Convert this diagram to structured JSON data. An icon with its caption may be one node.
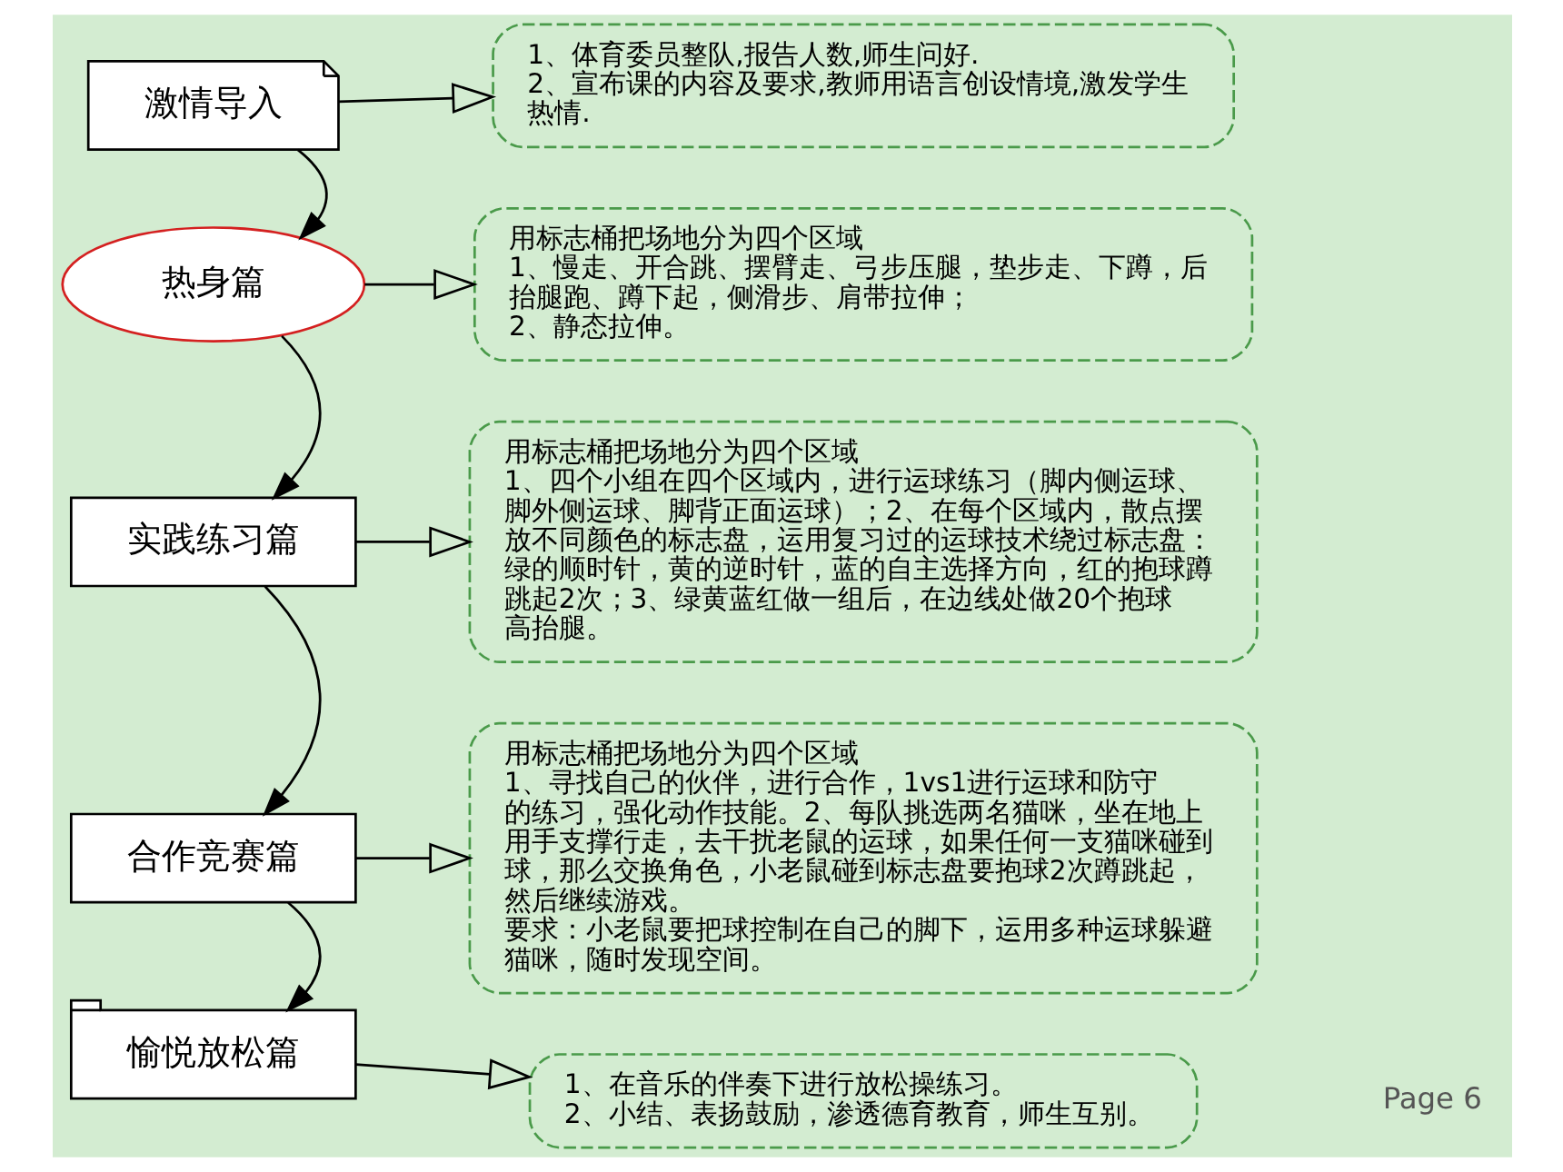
{
  "diagram": {
    "nodes": [
      {
        "text": [
          "激情导入"
        ]
      },
      {
        "text": [
          "1、体育委员整队,报告人数,师生问好.",
          "2、宣布课的内容及要求,教师用语言创设情境,激发学生热情."
        ]
      },
      {
        "text": [
          "热身篇"
        ]
      },
      {
        "text": [
          "用标志桶把场地分为四个区域",
          "1、慢走、开合跳、摆臂走、弓步压腿，垫步走、下蹲，后抬腿跑、蹲下起，侧滑步、肩带拉伸；",
          "2、静态拉伸。"
        ]
      },
      {
        "text": [
          "实践练习篇"
        ]
      },
      {
        "text": [
          "用标志桶把场地分为四个区域",
          "1、四个小组在四个区域内，进行运球练习（脚内侧运球、脚外侧运球、脚背正面运球）；2、在每个区域内，散点摆放不同颜色的标志盘，运用复习过的运球技术绕过标志盘：绿的顺时针，黄的逆时针，蓝的自主选择方向，红的抱球蹲跳起2次；3、绿黄蓝红做一组后，在边线处做20个抱球高抬腿。"
        ]
      },
      {
        "text": [
          "合作竞赛篇"
        ]
      },
      {
        "text": [
          "用标志桶把场地分为四个区域",
          "1、寻找自己的伙伴，进行合作，1vs1进行运球和防守的练习，强化动作技能。2、每队挑选两名猫咪，坐在地上用手支撑行走，去干扰老鼠的运球，如果任何一支猫咪碰到球，那么交换角色，小老鼠碰到标志盘要抱球2次蹲跳起，然后继续游戏。",
          "要求：小老鼠要把球控制在自己的脚下，运用多种运球躲避猫咪，随时发现空间。"
        ]
      },
      {
        "text": [
          "愉悦放松篇"
        ]
      },
      {
        "text": [
          "1、在音乐的伴奏下进行放松操练习。",
          "2、小结、表扬鼓励，渗透德育教育，师生互别。"
        ]
      }
    ],
    "edges": [
      {
        "from": 0,
        "to": 1,
        "arrow": "to"
      },
      {
        "from": 0,
        "to": 2,
        "arrow": "to"
      },
      {
        "from": 2,
        "to": 3,
        "arrow": "to"
      },
      {
        "from": 2,
        "to": 4,
        "arrow": "to"
      },
      {
        "from": 4,
        "to": 5,
        "arrow": "to"
      },
      {
        "from": 4,
        "to": 6,
        "arrow": "to"
      },
      {
        "from": 6,
        "to": 7,
        "arrow": "to"
      },
      {
        "from": 6,
        "to": 8,
        "arrow": "to"
      },
      {
        "from": 8,
        "to": 9,
        "arrow": "to"
      }
    ],
    "labels": [
      "Page 6"
    ]
  }
}
